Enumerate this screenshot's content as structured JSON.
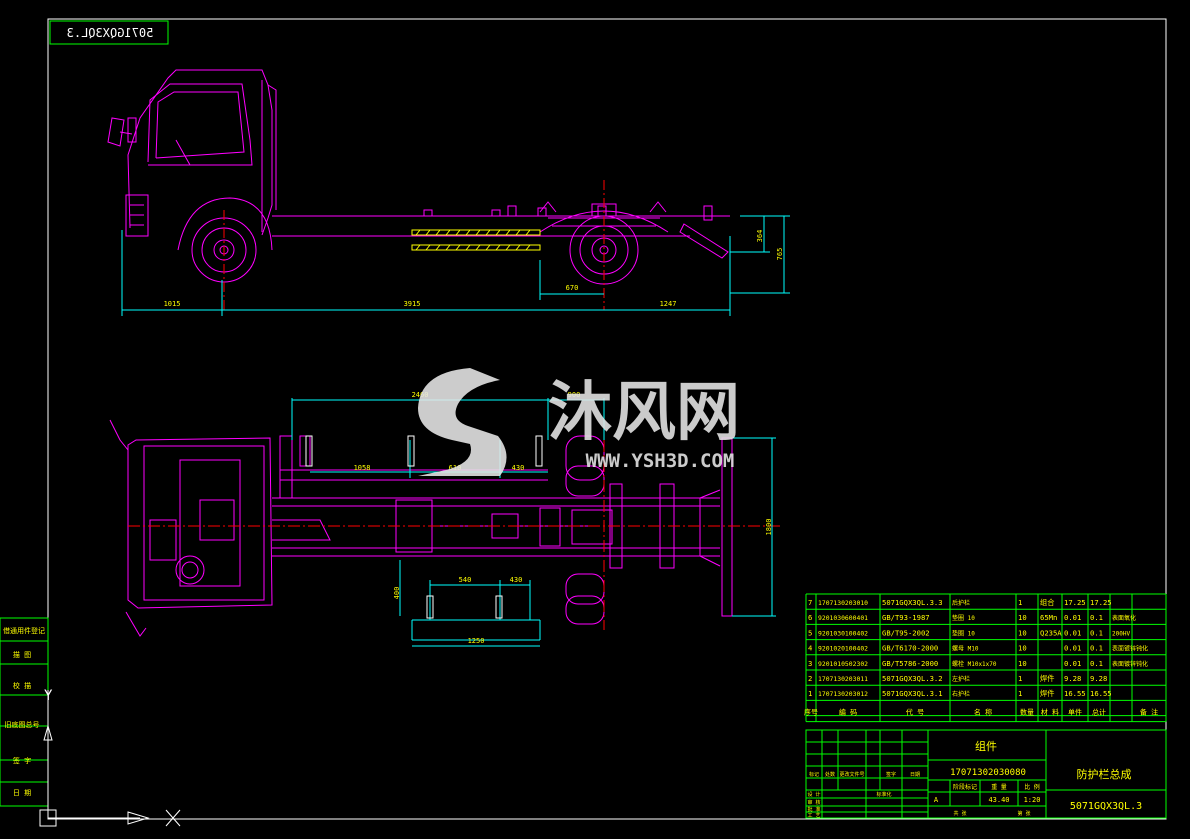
{
  "drawing": {
    "number_mirrored": "5071GQX3QL.3",
    "side_dims": [
      "1015",
      "3915",
      "670",
      "1247",
      "364",
      "765"
    ],
    "plan_dims": [
      "2460",
      "900",
      "1058",
      "610",
      "430",
      "1800",
      "540",
      "430",
      "1250",
      "400"
    ]
  },
  "watermark": {
    "brand": "沐风网",
    "url": "WWW.YSH3D.COM"
  },
  "left_stamp_labels": [
    "借通用件登记",
    "描 图",
    "校 描",
    "旧底图总号",
    "签 字",
    "日 期"
  ],
  "bom": {
    "headers": [
      "序号",
      "编 码",
      "代 号",
      "名 称",
      "数量",
      "材 料",
      "单件",
      "总计",
      "备 注"
    ],
    "rows": [
      {
        "no": "7",
        "code": "1707130203010",
        "ref": "5071GQX3QL.3.3",
        "name": "后护栏",
        "qty": "1",
        "mat": "组合",
        "unit": "17.25",
        "total": "17.25",
        "note": ""
      },
      {
        "no": "6",
        "code": "9201030600401",
        "ref": "GB/T93-1987",
        "name": "垫圈 10",
        "qty": "10",
        "mat": "65Mn",
        "unit": "0.01",
        "total": "0.1",
        "note": "表面氧化"
      },
      {
        "no": "5",
        "code": "9201030100402",
        "ref": "GB/T95-2002",
        "name": "垫圈 10",
        "qty": "10",
        "mat": "Q235A",
        "unit": "0.01",
        "total": "0.1",
        "note": "200HV"
      },
      {
        "no": "4",
        "code": "9201020100402",
        "ref": "GB/T6170-2000",
        "name": "螺母 M10",
        "qty": "10",
        "mat": "",
        "unit": "0.01",
        "total": "0.1",
        "note": "表面镀锌钝化"
      },
      {
        "no": "3",
        "code": "9201010502302",
        "ref": "GB/T5786-2000",
        "name": "螺栓 M10x1x70",
        "qty": "10",
        "mat": "",
        "unit": "0.01",
        "total": "0.1",
        "note": "表面镀锌钝化"
      },
      {
        "no": "2",
        "code": "1707130203011",
        "ref": "5071GQX3QL.3.2",
        "name": "左护栏",
        "qty": "1",
        "mat": "焊件",
        "unit": "9.28",
        "total": "9.28",
        "note": ""
      },
      {
        "no": "1",
        "code": "1707130203012",
        "ref": "5071GQX3QL.3.1",
        "name": "右护栏",
        "qty": "1",
        "mat": "焊件",
        "unit": "16.55",
        "total": "16.55",
        "note": ""
      }
    ]
  },
  "title_block": {
    "type_label": "组件",
    "code": "17071302030080",
    "part_name": "防护栏总成",
    "part_number": "5071GQX3QL.3",
    "stage_label": "阶段标记",
    "weight_label": "重 量",
    "scale_label": "比 例",
    "stage": "A",
    "weight": "43.40",
    "scale": "1:20",
    "roles": [
      "标记",
      "处数",
      "更改文件号",
      "签字",
      "日期",
      "设 计",
      "审 核",
      "批 准",
      "工 艺",
      "标准化",
      "共 张",
      "第 张"
    ]
  },
  "colors": {
    "frame": "#ffffff",
    "table": "#00ff00",
    "part": "#ff00ff",
    "dim": "#00ffff",
    "center": "#ff0000",
    "hatch": "#ffff00",
    "text": "#ffff00"
  }
}
